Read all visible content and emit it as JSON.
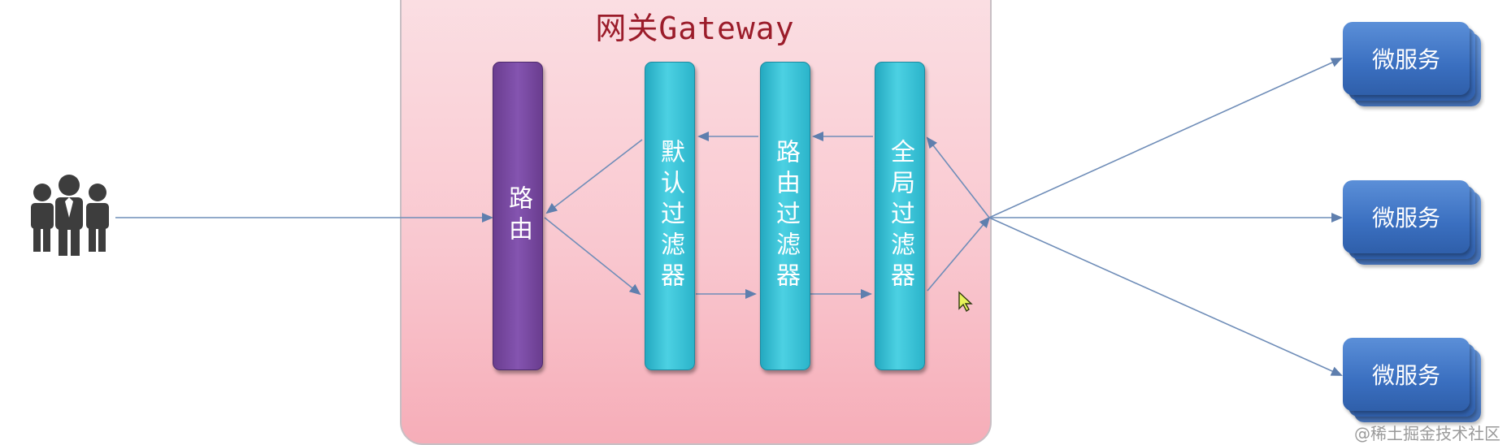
{
  "gateway": {
    "title": "网关Gateway"
  },
  "components": {
    "route": "路由",
    "default_filter": "默认过滤器",
    "route_filter": "路由过滤器",
    "global_filter": "全局过滤器"
  },
  "services": [
    {
      "label": "微服务"
    },
    {
      "label": "微服务"
    },
    {
      "label": "微服务"
    }
  ],
  "watermark": "@稀土掘金技术社区",
  "colors": {
    "gateway_title": "#9b1c2a",
    "route_bar": "#7b4aa6",
    "filter_bar": "#3cc4d8",
    "service_card": "#3f74c4",
    "arrow": "#5f7fae"
  }
}
